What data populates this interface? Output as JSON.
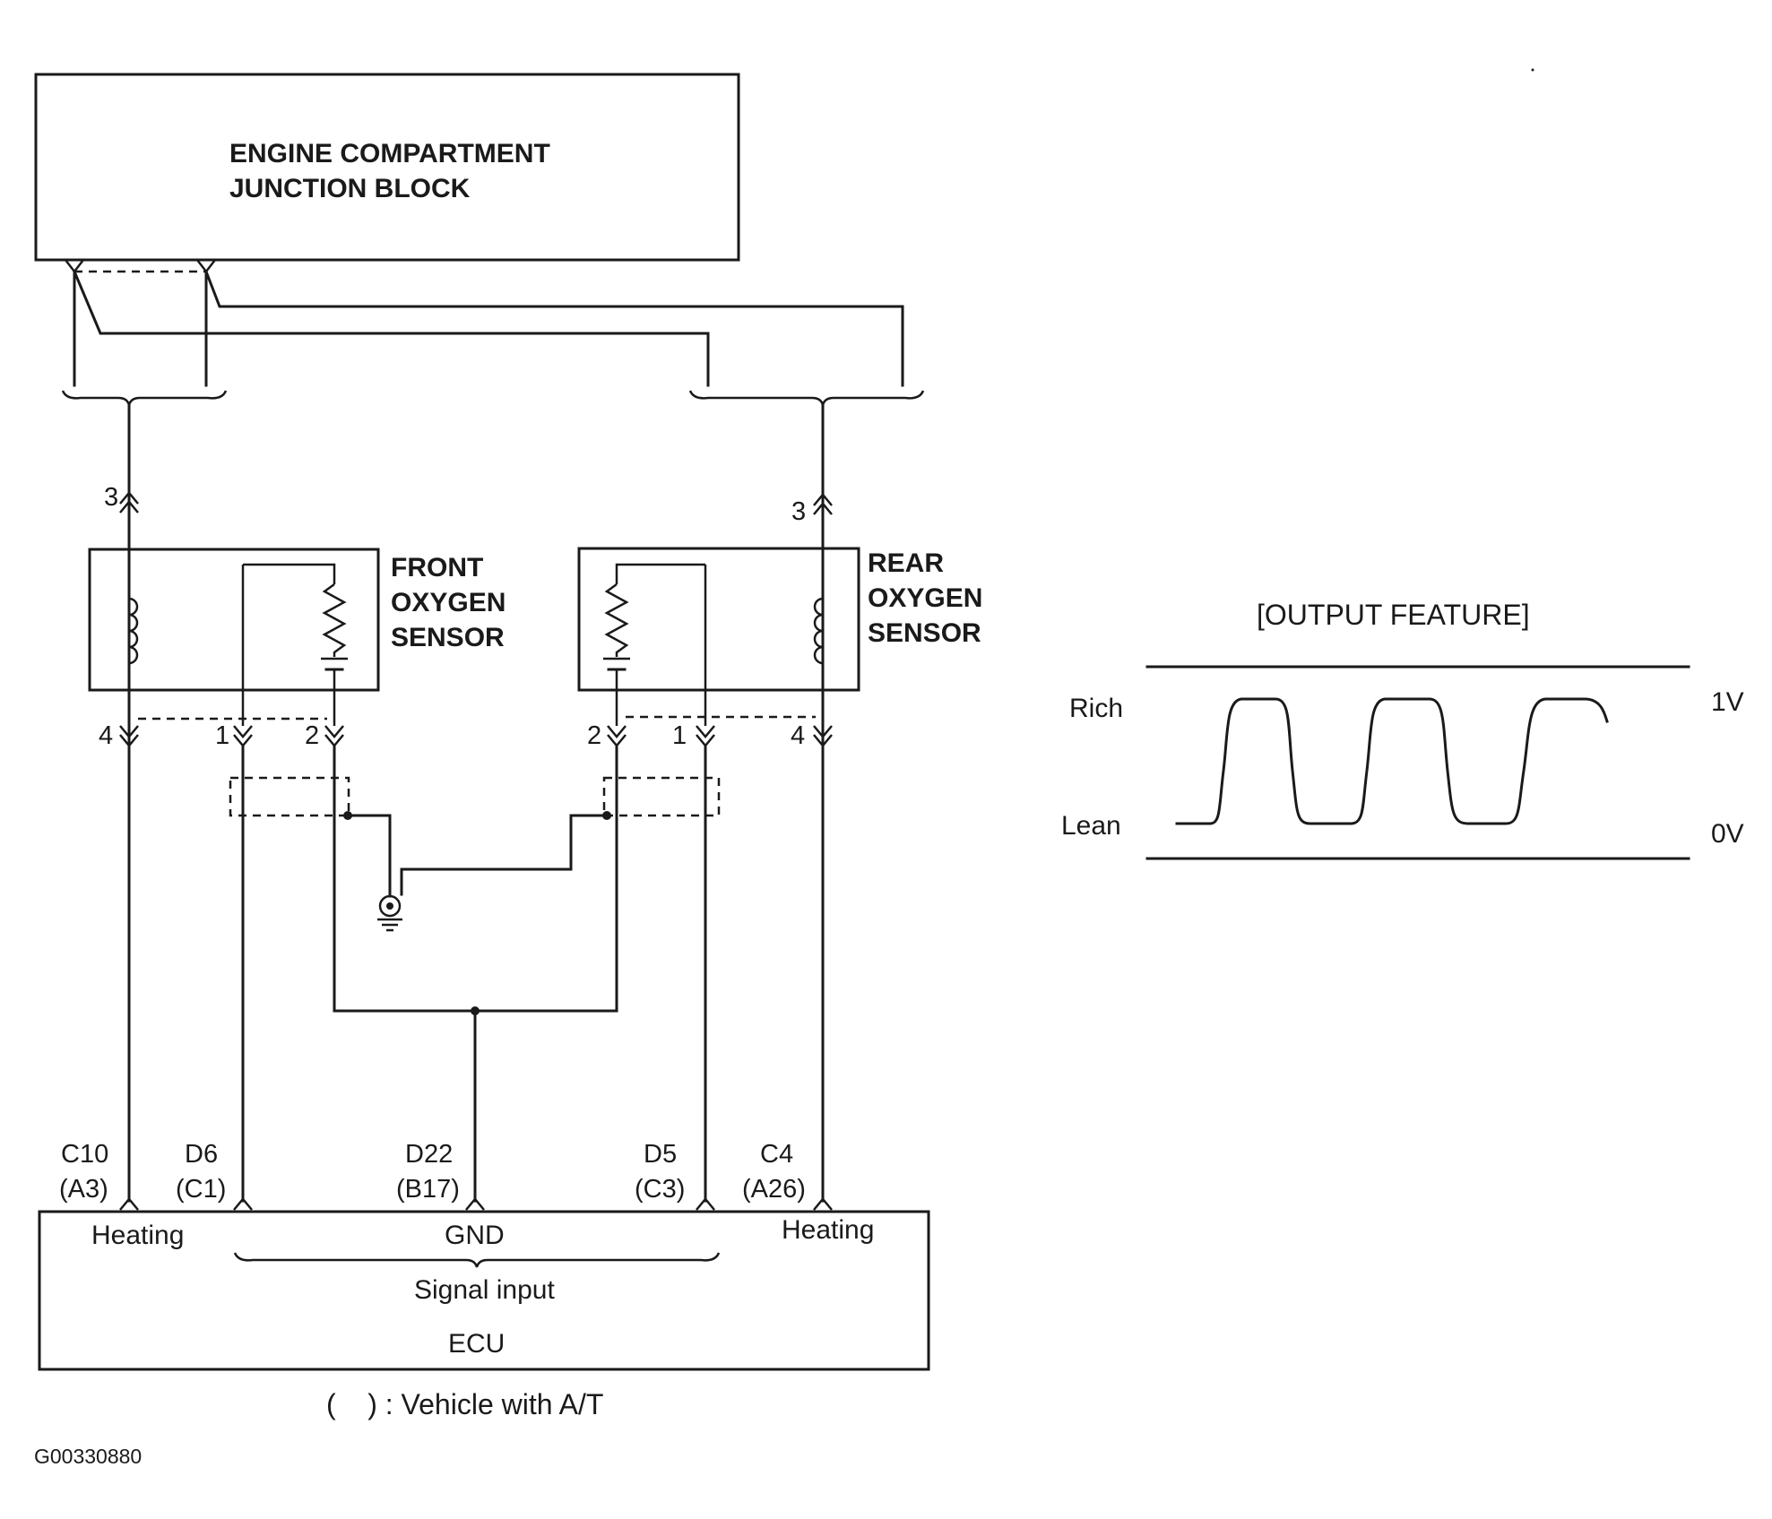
{
  "junction_block": {
    "line1": "ENGINE COMPARTMENT",
    "line2": "JUNCTION BLOCK"
  },
  "front_sensor": {
    "line1": "FRONT",
    "line2": "OXYGEN",
    "line3": "SENSOR"
  },
  "rear_sensor": {
    "line1": "REAR",
    "line2": "OXYGEN",
    "line3": "SENSOR"
  },
  "pins": {
    "front_top": "3",
    "front_heater": "4",
    "front_signal_1": "1",
    "front_signal_2": "2",
    "rear_top": "3",
    "rear_signal_2": "2",
    "rear_signal_1": "1",
    "rear_heater": "4"
  },
  "ecu_terminals": [
    {
      "code": "C10",
      "alt": "(A3)"
    },
    {
      "code": "D6",
      "alt": "(C1)"
    },
    {
      "code": "D22",
      "alt": "(B17)"
    },
    {
      "code": "D5",
      "alt": "(C3)"
    },
    {
      "code": "C4",
      "alt": "(A26)"
    }
  ],
  "ecu": {
    "heating_left": "Heating",
    "gnd": "GND",
    "heating_right": "Heating",
    "signal_input": "Signal input",
    "name": "ECU"
  },
  "note": "(    ) : Vehicle with A/T",
  "figure_id": "G00330880",
  "output_feature": {
    "title": "[OUTPUT FEATURE]",
    "rich": "Rich",
    "lean": "Lean",
    "v_high": "1V",
    "v_low": "0V"
  }
}
